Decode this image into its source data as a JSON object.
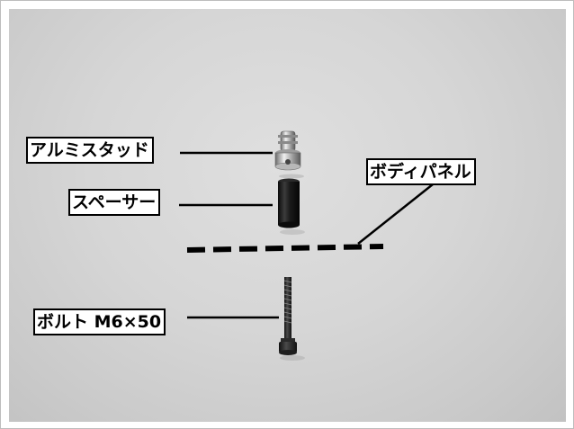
{
  "labels": {
    "aluminum_stud": "アルミスタッド",
    "spacer": "スペーサー",
    "body_panel": "ボディパネル",
    "bolt": "ボルト M6×50"
  },
  "colors": {
    "background": "#d6d6d6",
    "label_fill": "#ffffff",
    "outline": "#000000"
  }
}
